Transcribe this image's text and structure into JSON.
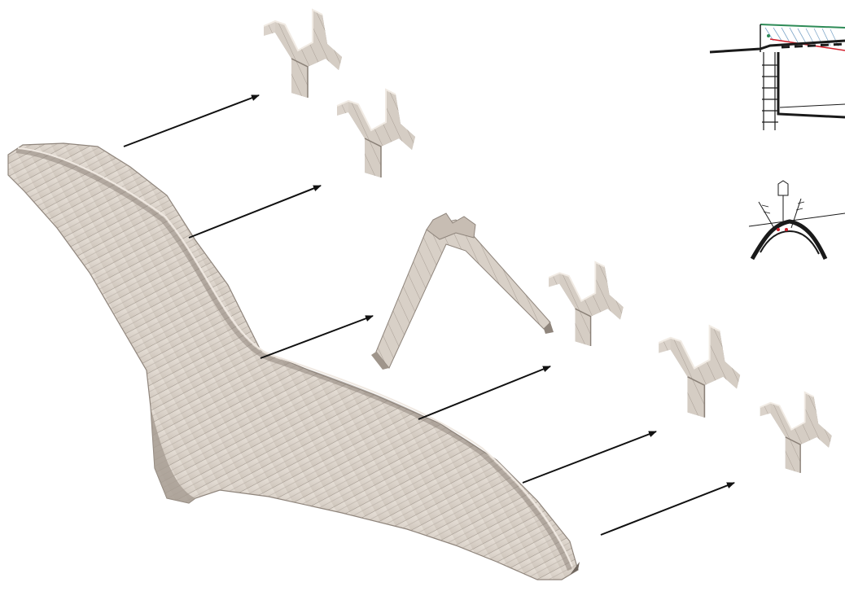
{
  "figure": {
    "description_visible_text": "",
    "colors": {
      "concrete_light": "#ddd5cc",
      "concrete_mid": "#c9c0b6",
      "concrete_dark": "#a89e94",
      "concrete_shadow": "#8f857c",
      "grain_line": "#9a9087",
      "arrow": "#111111",
      "sketch_ink": "#1a1a1a",
      "sketch_red": "#d21f2b",
      "sketch_green": "#2e8b57",
      "sketch_hatch": "#7fa7c9"
    },
    "components": [
      {
        "id": "segment-1",
        "shape": "y-section"
      },
      {
        "id": "segment-2",
        "shape": "y-section"
      },
      {
        "id": "segment-3",
        "shape": "a-frame-leg"
      },
      {
        "id": "segment-4",
        "shape": "y-section"
      },
      {
        "id": "segment-5",
        "shape": "y-section"
      },
      {
        "id": "segment-6",
        "shape": "y-section"
      }
    ],
    "arrow_count": 6,
    "sketches": [
      {
        "id": "sketch-section",
        "icon": "stair-section-sketch-icon"
      },
      {
        "id": "sketch-profile",
        "icon": "y-profile-sketch-icon"
      }
    ]
  }
}
